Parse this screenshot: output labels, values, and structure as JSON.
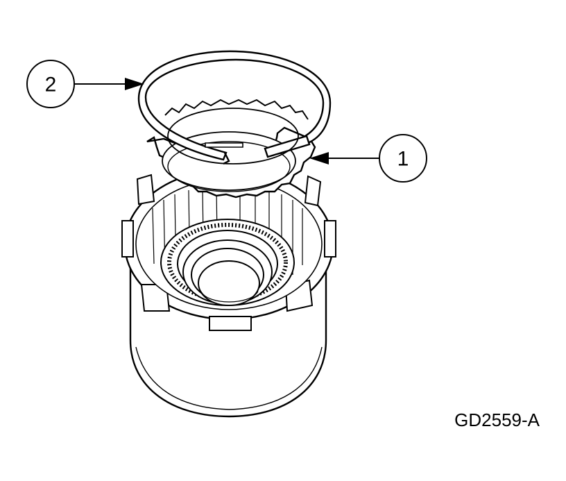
{
  "callouts": [
    {
      "label": "2"
    },
    {
      "label": "1"
    }
  ],
  "figure_id": "GD2559-A",
  "colors": {
    "line": "#000000",
    "background": "#ffffff"
  }
}
